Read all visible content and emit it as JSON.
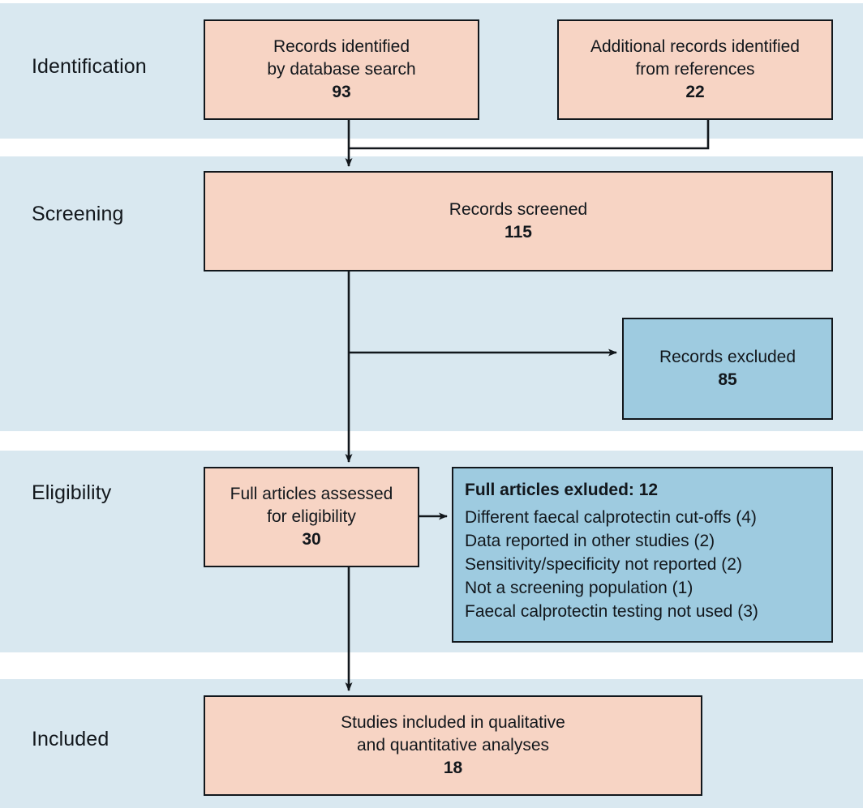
{
  "diagram": {
    "type": "prisma-flow-diagram",
    "colors": {
      "band_background": "#d9e8f0",
      "page_background": "#ffffff",
      "box_pink": "#f7d4c4",
      "box_blue": "#9ecbe0",
      "stroke": "#12171c",
      "text": "#12171c"
    },
    "stages": [
      {
        "key": "identification",
        "label": "Identification"
      },
      {
        "key": "screening",
        "label": "Screening"
      },
      {
        "key": "eligibility",
        "label": "Eligibility"
      },
      {
        "key": "included",
        "label": "Included"
      }
    ],
    "boxes": {
      "records_identified": {
        "lines": [
          "Records identified",
          "by database search"
        ],
        "count": "93",
        "fill": "pink"
      },
      "additional_records": {
        "lines": [
          "Additional records identified",
          "from references"
        ],
        "count": "22",
        "fill": "pink"
      },
      "records_screened": {
        "lines": [
          "Records screened"
        ],
        "count": "115",
        "fill": "pink"
      },
      "records_excluded": {
        "lines": [
          "Records excluded"
        ],
        "count": "85",
        "fill": "blue"
      },
      "full_articles_assessed": {
        "lines": [
          "Full articles assessed",
          "for eligibility"
        ],
        "count": "30",
        "fill": "pink"
      },
      "full_articles_excluded": {
        "title": "Full articles exluded: 12",
        "reasons": [
          "Different faecal calprotectin cut-offs (4)",
          "Data reported in other studies (2)",
          "Sensitivity/specificity not reported (2)",
          "Not a screening population (1)",
          "Faecal calprotectin testing not used (3)"
        ],
        "fill": "blue"
      },
      "studies_included": {
        "lines": [
          "Studies included in qualitative",
          "and quantitative analyses"
        ],
        "count": "18",
        "fill": "pink"
      }
    }
  },
  "chart_data": {
    "type": "diagram",
    "title": "PRISMA flow diagram",
    "nodes": [
      {
        "id": "records_identified",
        "stage": "Identification",
        "label": "Records identified by database search",
        "value": 93
      },
      {
        "id": "additional_records",
        "stage": "Identification",
        "label": "Additional records identified from references",
        "value": 22
      },
      {
        "id": "records_screened",
        "stage": "Screening",
        "label": "Records screened",
        "value": 115
      },
      {
        "id": "records_excluded",
        "stage": "Screening",
        "label": "Records excluded",
        "value": 85
      },
      {
        "id": "full_articles_assessed",
        "stage": "Eligibility",
        "label": "Full articles assessed for eligibility",
        "value": 30
      },
      {
        "id": "full_articles_excluded",
        "stage": "Eligibility",
        "label": "Full articles exluded",
        "value": 12
      },
      {
        "id": "studies_included",
        "stage": "Included",
        "label": "Studies included in qualitative and quantitative analyses",
        "value": 18
      }
    ],
    "exclusion_reasons": [
      {
        "reason": "Different faecal calprotectin cut-offs",
        "count": 4
      },
      {
        "reason": "Data reported in other studies",
        "count": 2
      },
      {
        "reason": "Sensitivity/specificity not reported",
        "count": 2
      },
      {
        "reason": "Not a screening population",
        "count": 1
      },
      {
        "reason": "Faecal calprotectin testing not used",
        "count": 3
      }
    ],
    "edges": [
      {
        "from": "records_identified",
        "to": "records_screened"
      },
      {
        "from": "additional_records",
        "to": "records_screened"
      },
      {
        "from": "records_screened",
        "to": "records_excluded"
      },
      {
        "from": "records_screened",
        "to": "full_articles_assessed"
      },
      {
        "from": "full_articles_assessed",
        "to": "full_articles_excluded"
      },
      {
        "from": "full_articles_assessed",
        "to": "studies_included"
      }
    ]
  }
}
